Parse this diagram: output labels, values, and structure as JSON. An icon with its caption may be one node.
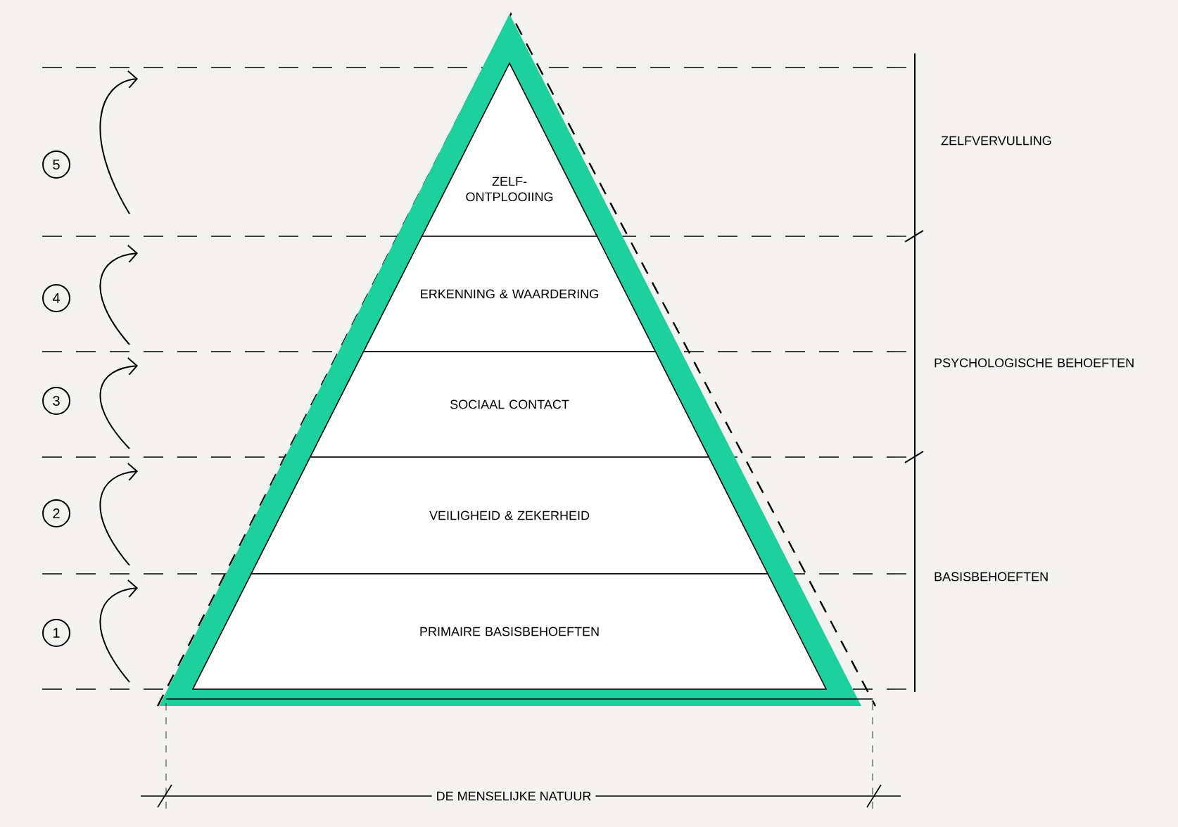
{
  "diagram": {
    "nodes": [
      {
        "text": [
          "ZELF-ONTPLOOIING"
        ]
      },
      {
        "text": [
          "ERKENNING & WAARDERING"
        ]
      },
      {
        "text": [
          "SOCIAAL CONTACT"
        ]
      },
      {
        "text": [
          "VEILIGHEID & ZEKERHEID"
        ]
      },
      {
        "text": [
          "PRIMAIRE BASISBEHOEFTEN"
        ]
      },
      {
        "text": [
          "5"
        ]
      },
      {
        "text": [
          "4"
        ]
      },
      {
        "text": [
          "3"
        ]
      },
      {
        "text": [
          "2"
        ]
      },
      {
        "text": [
          "1"
        ]
      }
    ],
    "labels": [
      "ZELFVERVULLING",
      "PSYCHOLOGISCHE BEHOEFTEN",
      "BASISBEHOEFTEN",
      "DE MENSELIJKE NATUUR"
    ]
  }
}
